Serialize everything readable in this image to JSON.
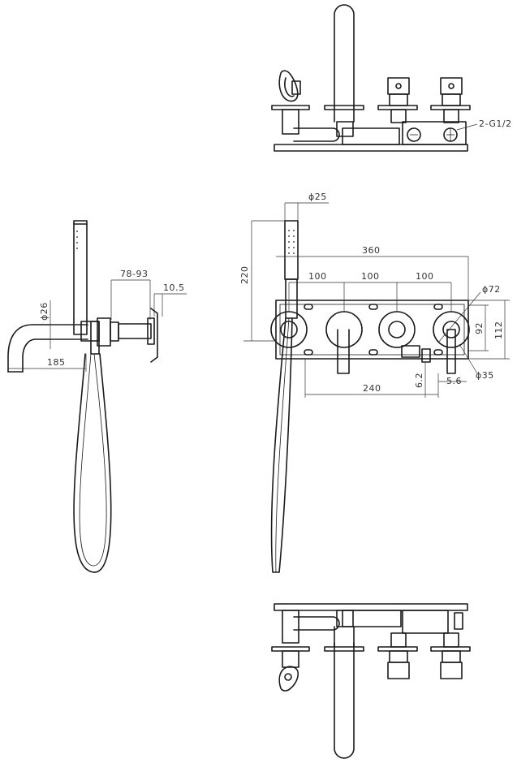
{
  "labels": {
    "thread": "2-G1/2",
    "dia_25": "ϕ25",
    "dim_220": "220",
    "dim_360": "360",
    "dim_100a": "100",
    "dim_100b": "100",
    "dim_100c": "100",
    "dia_72": "ϕ72",
    "dim_92": "92",
    "dim_112": "112",
    "dim_6_2": "6.2",
    "dim_5_6": "5.6",
    "dia_35": "ϕ35",
    "dim_240": "240",
    "dim_78_93": "78-93",
    "dim_10_5": "10.5",
    "dia_26": "ϕ26",
    "dim_185": "185"
  }
}
